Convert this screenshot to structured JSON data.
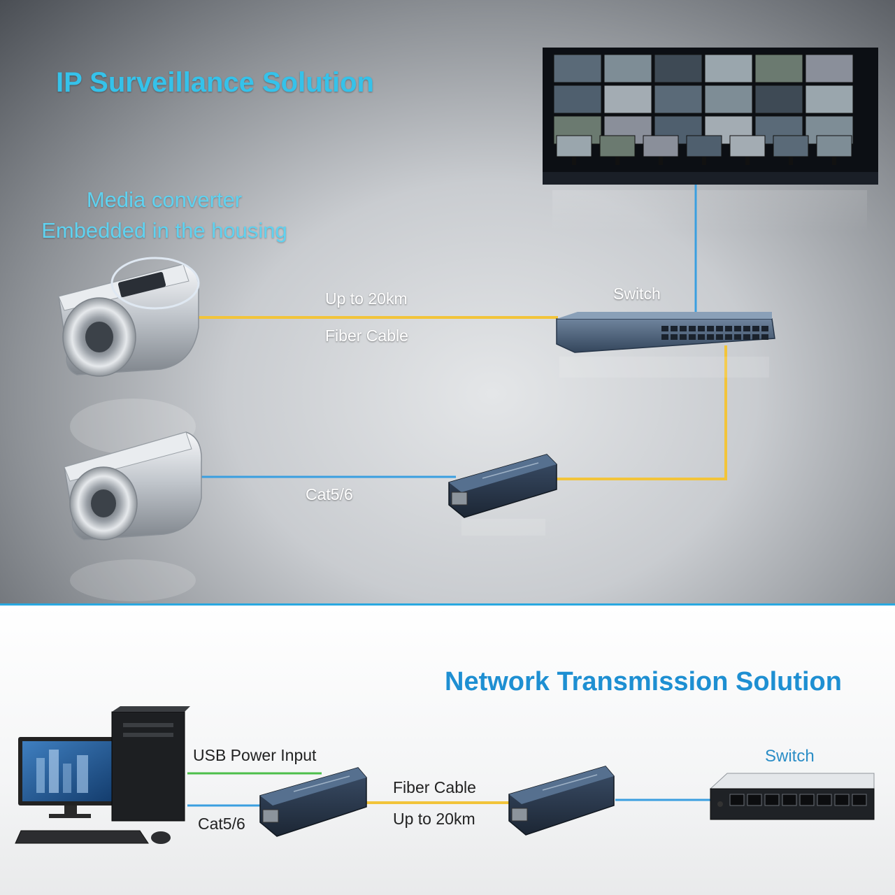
{
  "top": {
    "title": "IP Surveillance Solution",
    "media_converter_caption": [
      "Media converter",
      "Embedded in the housing"
    ],
    "fiber_distance": "Up to 20km",
    "fiber_cable": "Fiber Cable",
    "switch_label": "Switch",
    "cat_label": "Cat5/6"
  },
  "bottom": {
    "title": "Network Transmission Solution",
    "usb_power": "USB Power Input",
    "cat_label": "Cat5/6",
    "fiber_cable": "Fiber Cable",
    "fiber_distance": "Up to 20km",
    "switch_label": "Switch"
  },
  "colors": {
    "fiber": "#f2c43a",
    "ethernet": "#3a9fe0",
    "usb": "#4cbf4a",
    "accent": "#29a8e0"
  }
}
